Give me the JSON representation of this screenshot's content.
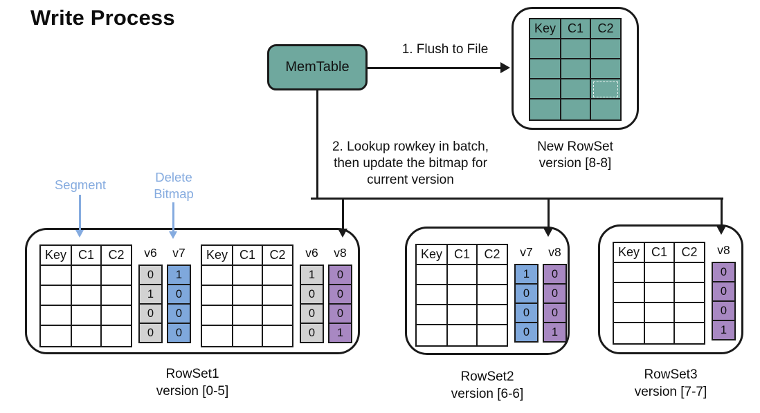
{
  "title": "Write Process",
  "colors": {
    "teal": "#6FA89E",
    "gray": "#D2D2D2",
    "blue": "#7FA8DC",
    "purple": "#A888C2",
    "light_blue": "#85ABDF",
    "line": "#1A1A1A"
  },
  "memtable": {
    "label": "MemTable"
  },
  "flush_arrow": {
    "label": "1. Flush to File"
  },
  "lookup_note": {
    "lines": [
      "2. Lookup rowkey in batch,",
      "then update the bitmap for",
      "current version"
    ]
  },
  "annotations": {
    "segment": {
      "label": "Segment"
    },
    "delete_bitmap": {
      "lines": [
        "Delete",
        "Bitmap"
      ]
    }
  },
  "column_headers": [
    "Key",
    "C1",
    "C2"
  ],
  "data_rows": 4,
  "new_rowset": {
    "caption_line1": "New RowSet",
    "caption_line2": "version [8-8]",
    "artifact_cell": {
      "row": 3,
      "col": 2
    }
  },
  "rowsets": [
    {
      "caption_line1": "RowSet1",
      "caption_line2": "version [0-5]",
      "segments": [
        {
          "bitmaps": [
            {
              "version": "v6",
              "color_key": "gray",
              "values": [
                "0",
                "1",
                "0",
                "0"
              ]
            },
            {
              "version": "v7",
              "color_key": "blue",
              "values": [
                "1",
                "0",
                "0",
                "0"
              ]
            }
          ]
        },
        {
          "bitmaps": [
            {
              "version": "v6",
              "color_key": "gray",
              "values": [
                "1",
                "0",
                "0",
                "0"
              ]
            },
            {
              "version": "v8",
              "color_key": "purple",
              "values": [
                "0",
                "0",
                "0",
                "1"
              ]
            }
          ]
        }
      ]
    },
    {
      "caption_line1": "RowSet2",
      "caption_line2": "version [6-6]",
      "segments": [
        {
          "bitmaps": [
            {
              "version": "v7",
              "color_key": "blue",
              "values": [
                "1",
                "0",
                "0",
                "0"
              ]
            },
            {
              "version": "v8",
              "color_key": "purple",
              "values": [
                "0",
                "0",
                "0",
                "1"
              ]
            }
          ]
        }
      ]
    },
    {
      "caption_line1": "RowSet3",
      "caption_line2": "version [7-7]",
      "segments": [
        {
          "bitmaps": [
            {
              "version": "v8",
              "color_key": "purple",
              "values": [
                "0",
                "0",
                "0",
                "1"
              ]
            }
          ]
        }
      ]
    }
  ]
}
